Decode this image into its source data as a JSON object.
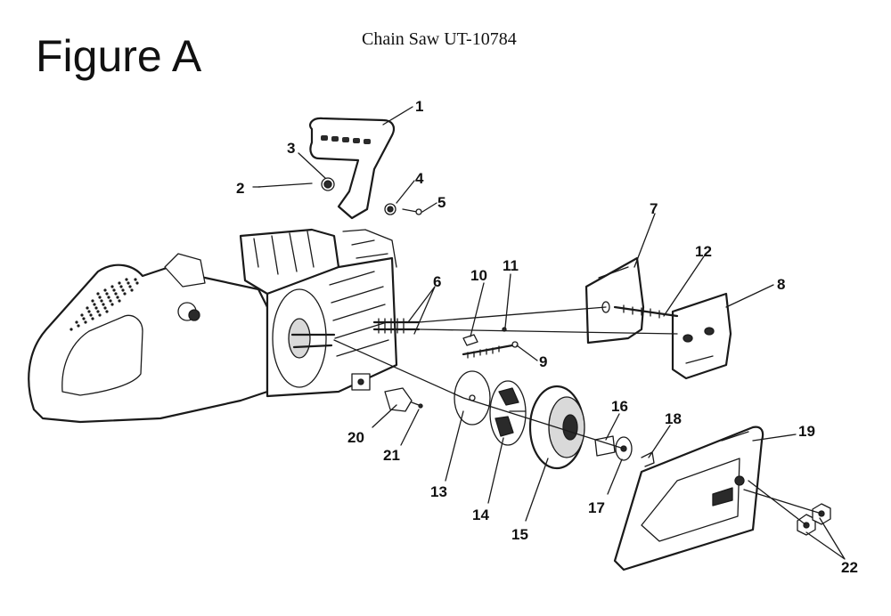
{
  "figure_label": "Figure A",
  "model_title": "Chain Saw UT-10784",
  "colors": {
    "ink": "#1a1a1a",
    "shade": "#d9d9d9"
  },
  "parts": [
    {
      "n": "1"
    },
    {
      "n": "2"
    },
    {
      "n": "3"
    },
    {
      "n": "4"
    },
    {
      "n": "5"
    },
    {
      "n": "6"
    },
    {
      "n": "7"
    },
    {
      "n": "8"
    },
    {
      "n": "9"
    },
    {
      "n": "10"
    },
    {
      "n": "11"
    },
    {
      "n": "12"
    },
    {
      "n": "13"
    },
    {
      "n": "14"
    },
    {
      "n": "15"
    },
    {
      "n": "16"
    },
    {
      "n": "17"
    },
    {
      "n": "18"
    },
    {
      "n": "19"
    },
    {
      "n": "20"
    },
    {
      "n": "21"
    },
    {
      "n": "22"
    }
  ]
}
